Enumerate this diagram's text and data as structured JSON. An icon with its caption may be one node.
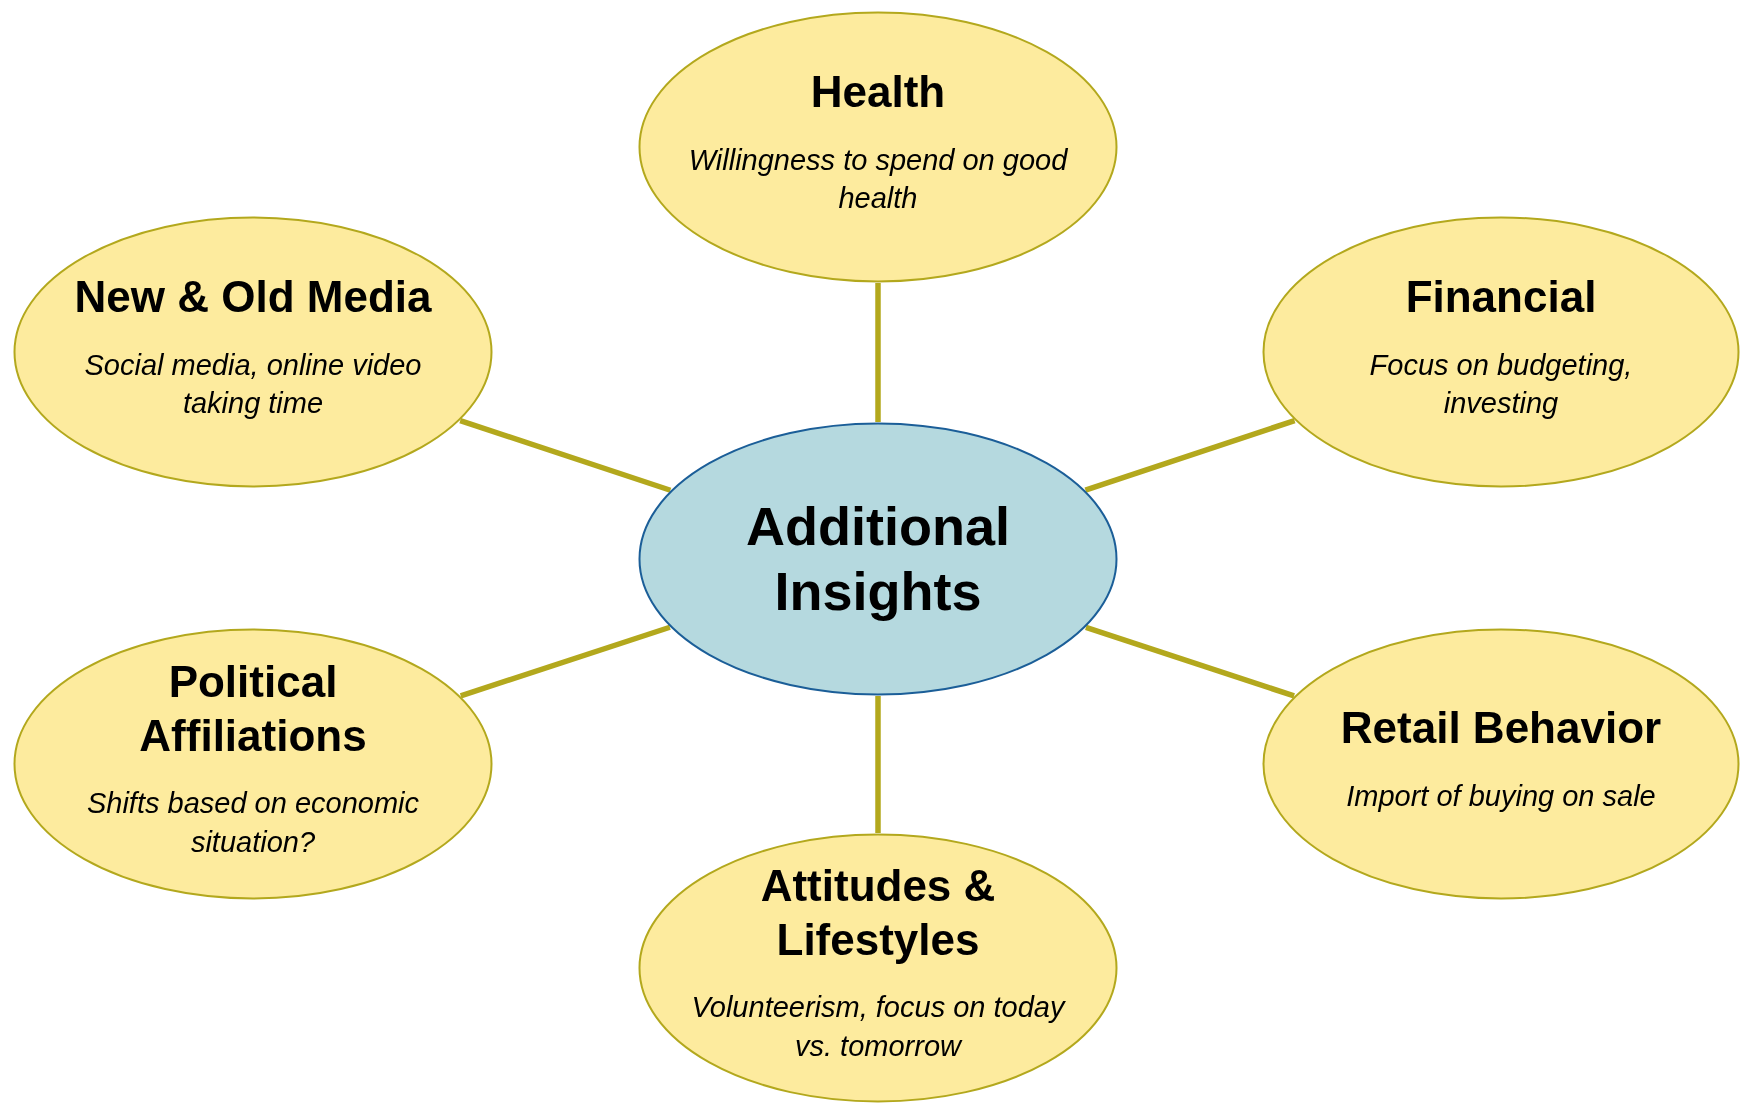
{
  "diagram": {
    "nodes": [
      {
        "text": [
          "Health",
          "Willingness to spend on good health"
        ]
      },
      {
        "text": [
          "New & Old Media",
          "Social media, online video taking time"
        ]
      },
      {
        "text": [
          "Financial",
          "Focus on budgeting, investing"
        ]
      },
      {
        "text": [
          "Additional Insights"
        ]
      },
      {
        "text": [
          "Political Affiliations",
          "Shifts based on economic situation?"
        ]
      },
      {
        "text": [
          "Retail Behavior",
          "Import of buying on sale"
        ]
      },
      {
        "text": [
          "Attitudes & Lifestyles",
          "Volunteerism, focus on today vs. tomorrow"
        ]
      }
    ],
    "edges": [
      {
        "from": 3,
        "to": 0,
        "arrow": "none"
      },
      {
        "from": 3,
        "to": 1,
        "arrow": "none"
      },
      {
        "from": 3,
        "to": 2,
        "arrow": "none"
      },
      {
        "from": 3,
        "to": 4,
        "arrow": "none"
      },
      {
        "from": 3,
        "to": 5,
        "arrow": "none"
      },
      {
        "from": 3,
        "to": 6,
        "arrow": "none"
      }
    ]
  }
}
